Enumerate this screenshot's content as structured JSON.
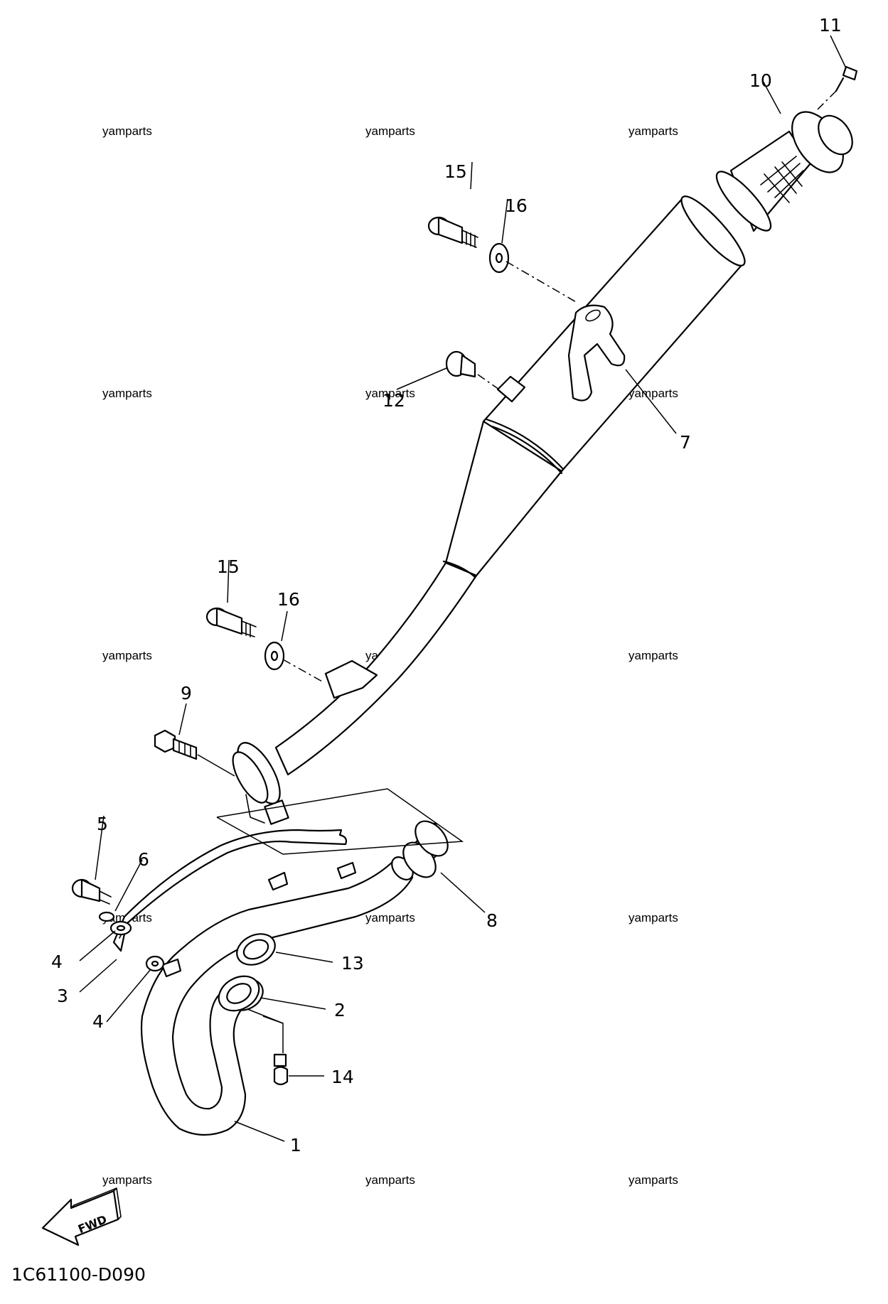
{
  "diagram_code": "1C61100-D090",
  "direction_label": "FWD",
  "watermark": "yamparts",
  "callouts": {
    "p1": "1",
    "p2": "2",
    "p3": "3",
    "p4a": "4",
    "p4b": "4",
    "p5": "5",
    "p6": "6",
    "p7": "7",
    "p8": "8",
    "p9": "9",
    "p10": "10",
    "p11": "11",
    "p12": "12",
    "p13": "13",
    "p14": "14",
    "p15a": "15",
    "p15b": "15",
    "p16a": "16",
    "p16b": "16"
  }
}
